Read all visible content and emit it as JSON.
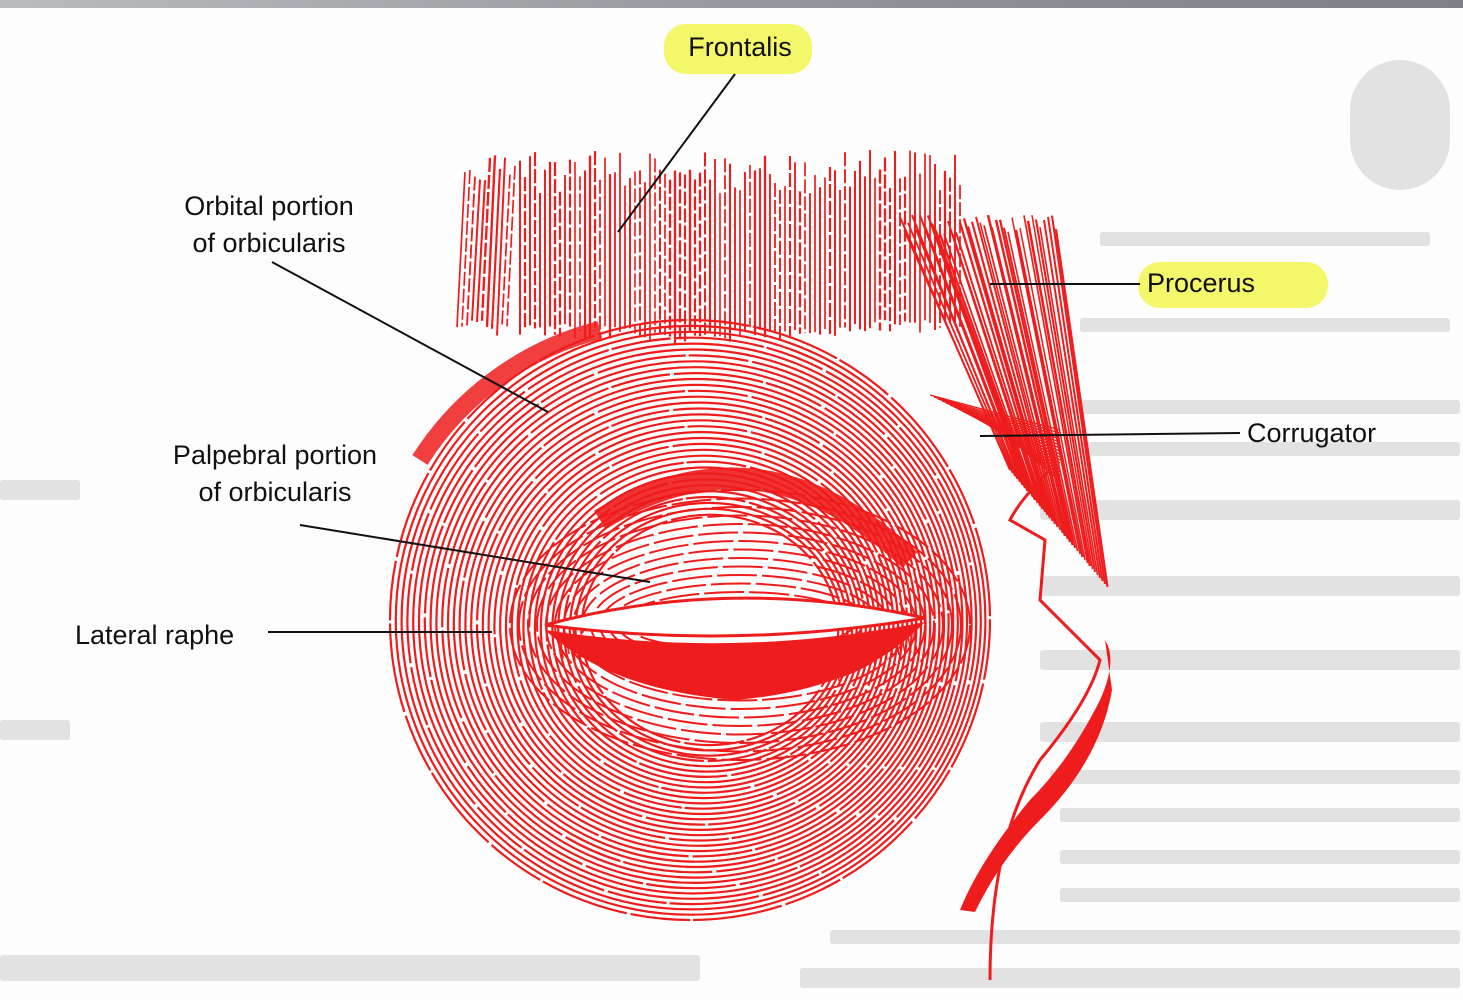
{
  "labels": {
    "frontalis": "Frontalis",
    "procerus": "Procerus",
    "corrugator": "Corrugator",
    "orbital_line1": "Orbital portion",
    "orbital_line2": "of orbicularis",
    "palpebral_line1": "Palpebral portion",
    "palpebral_line2": "of orbicularis",
    "lateral_raphe": "Lateral raphe"
  },
  "highlighted_labels": [
    "Frontalis",
    "Procerus"
  ],
  "colors": {
    "muscle": "#ee1c1c",
    "highlight": "#f4f76a",
    "leader_line": "#111111",
    "text": "#111111"
  }
}
